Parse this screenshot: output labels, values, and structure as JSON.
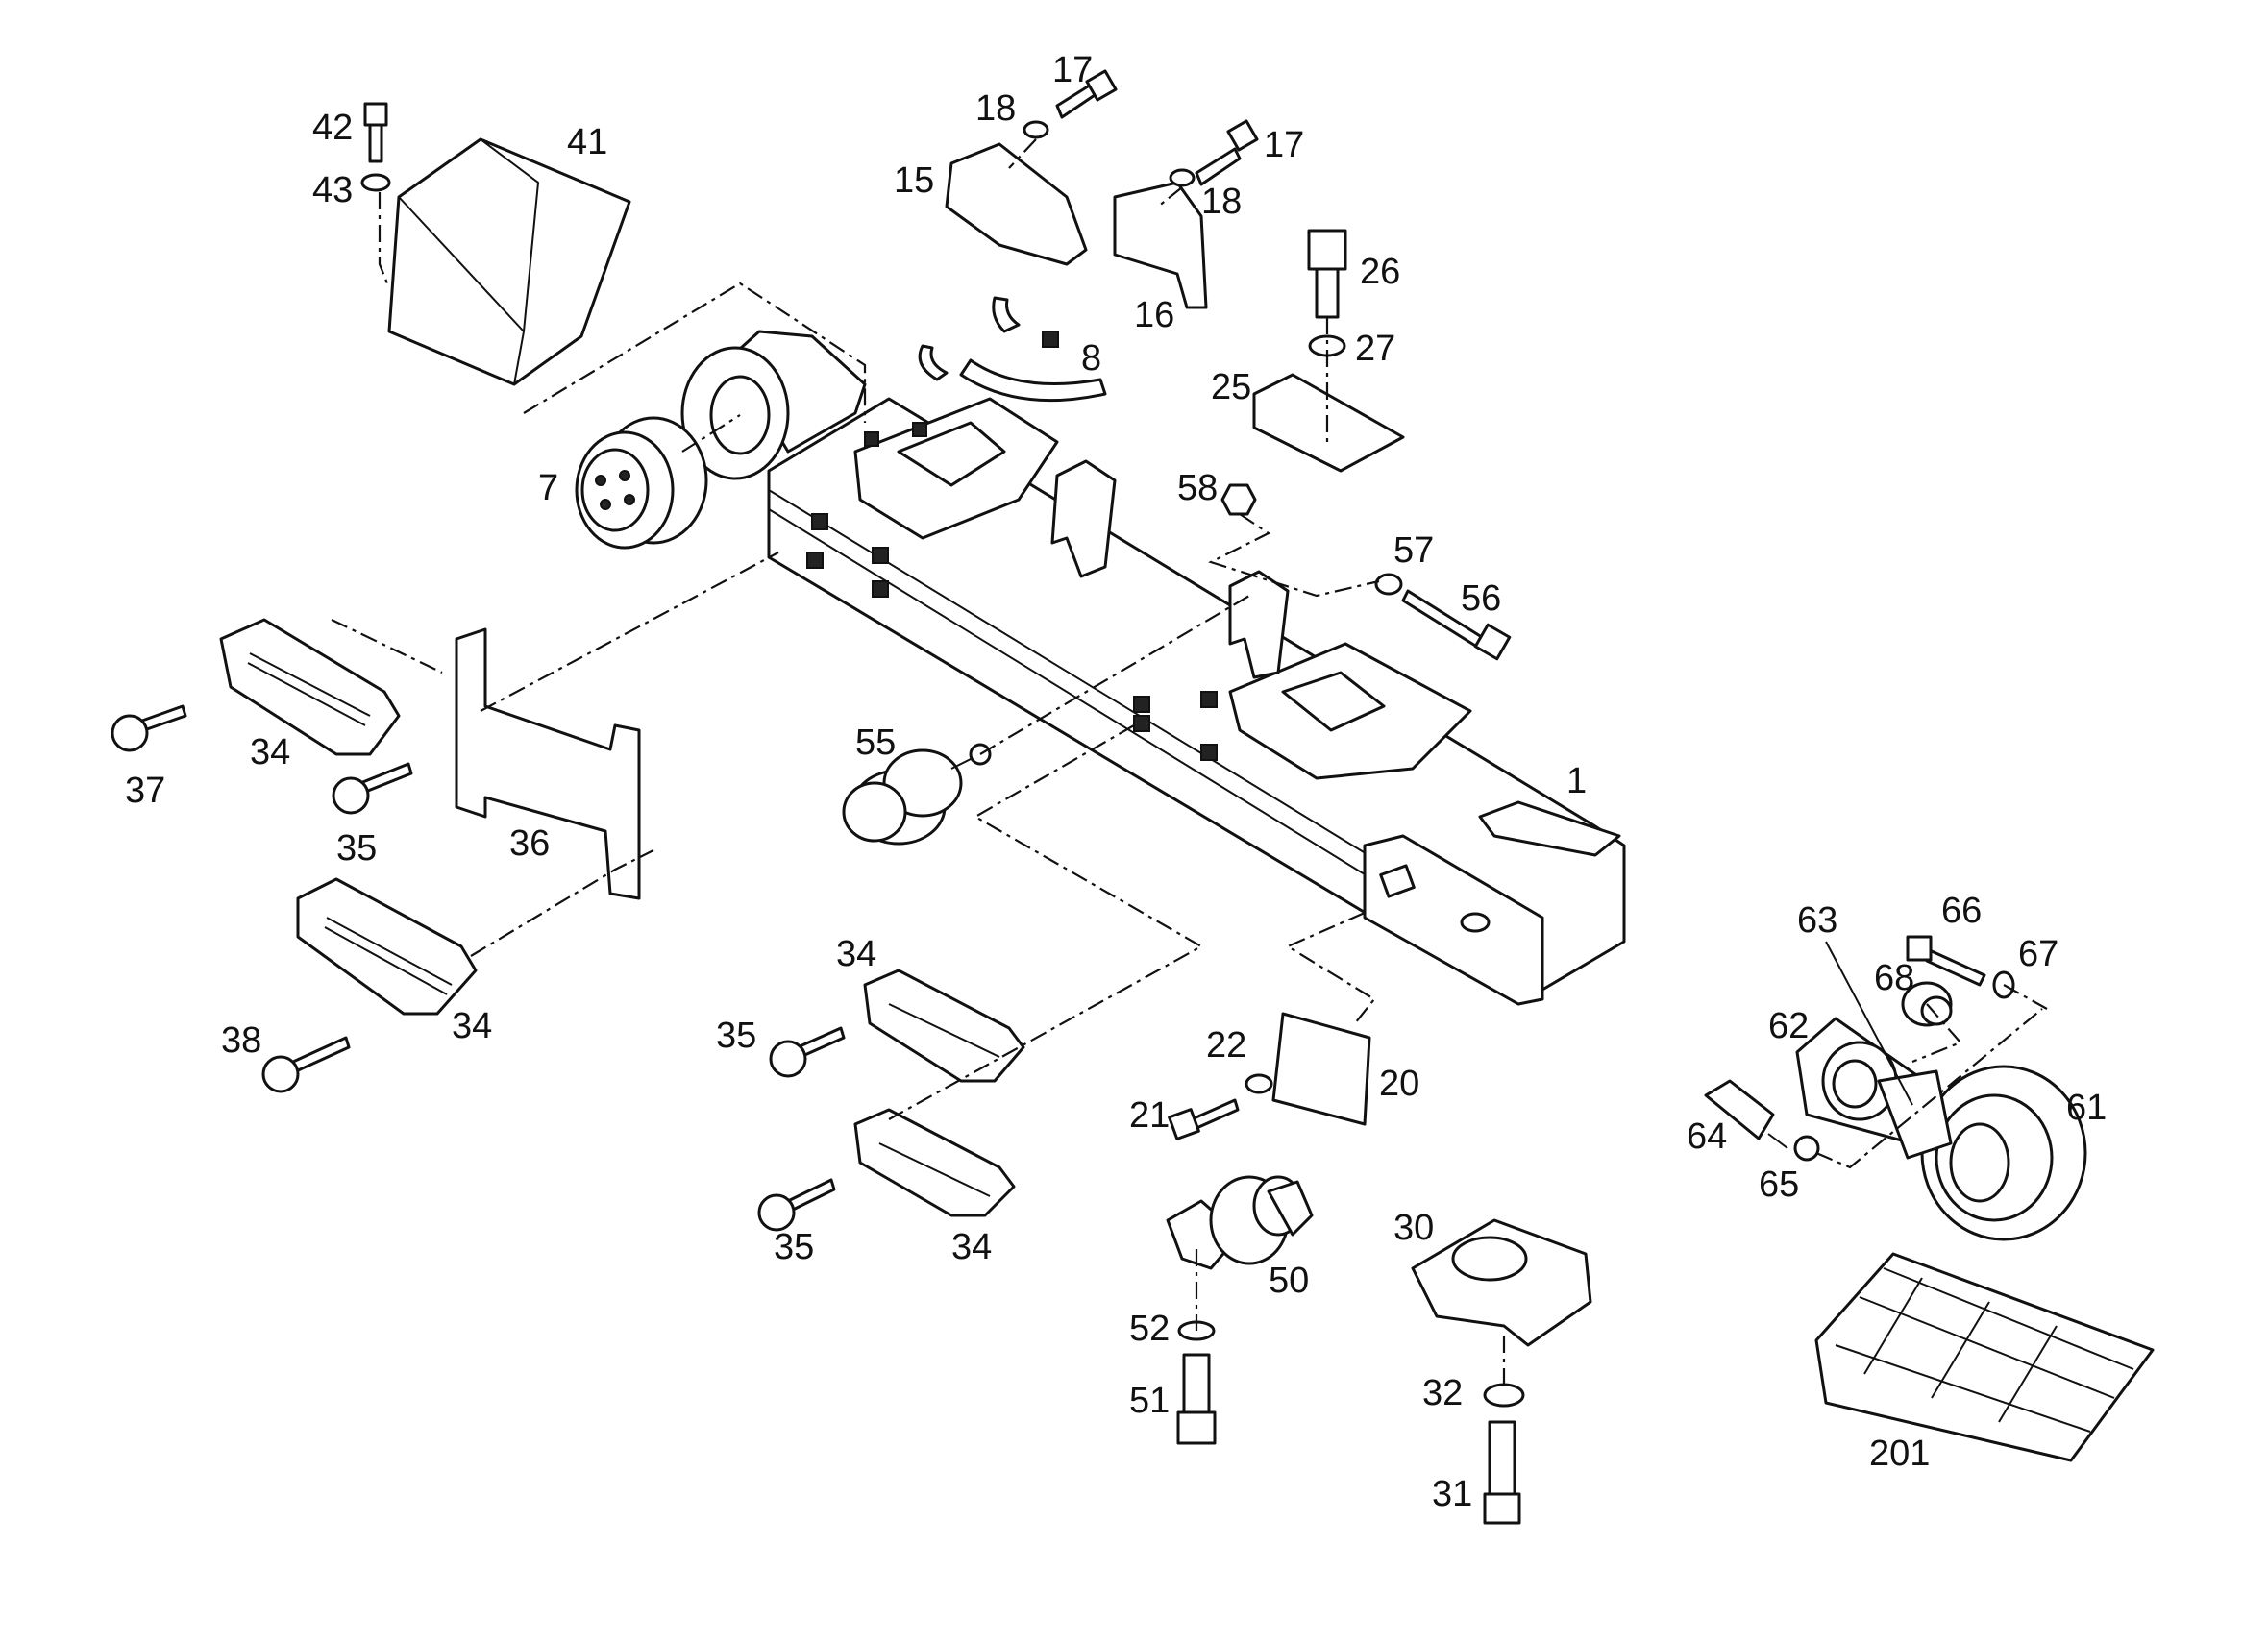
{
  "diagram": {
    "type": "exploded-parts-diagram",
    "callouts": [
      {
        "id": "1",
        "text": "1"
      },
      {
        "id": "7",
        "text": "7"
      },
      {
        "id": "8",
        "text": "8"
      },
      {
        "id": "15",
        "text": "15"
      },
      {
        "id": "16",
        "text": "16"
      },
      {
        "id": "17a",
        "text": "17"
      },
      {
        "id": "17b",
        "text": "17"
      },
      {
        "id": "18a",
        "text": "18"
      },
      {
        "id": "18b",
        "text": "18"
      },
      {
        "id": "20",
        "text": "20"
      },
      {
        "id": "21",
        "text": "21"
      },
      {
        "id": "22",
        "text": "22"
      },
      {
        "id": "25",
        "text": "25"
      },
      {
        "id": "26",
        "text": "26"
      },
      {
        "id": "27",
        "text": "27"
      },
      {
        "id": "30",
        "text": "30"
      },
      {
        "id": "31",
        "text": "31"
      },
      {
        "id": "32",
        "text": "32"
      },
      {
        "id": "34a",
        "text": "34"
      },
      {
        "id": "34b",
        "text": "34"
      },
      {
        "id": "34c",
        "text": "34"
      },
      {
        "id": "34d",
        "text": "34"
      },
      {
        "id": "35a",
        "text": "35"
      },
      {
        "id": "35b",
        "text": "35"
      },
      {
        "id": "35c",
        "text": "35"
      },
      {
        "id": "36",
        "text": "36"
      },
      {
        "id": "37",
        "text": "37"
      },
      {
        "id": "38",
        "text": "38"
      },
      {
        "id": "41",
        "text": "41"
      },
      {
        "id": "42",
        "text": "42"
      },
      {
        "id": "43",
        "text": "43"
      },
      {
        "id": "50",
        "text": "50"
      },
      {
        "id": "51",
        "text": "51"
      },
      {
        "id": "52",
        "text": "52"
      },
      {
        "id": "55",
        "text": "55"
      },
      {
        "id": "56",
        "text": "56"
      },
      {
        "id": "57",
        "text": "57"
      },
      {
        "id": "58",
        "text": "58"
      },
      {
        "id": "61",
        "text": "61"
      },
      {
        "id": "62",
        "text": "62"
      },
      {
        "id": "63",
        "text": "63"
      },
      {
        "id": "64",
        "text": "64"
      },
      {
        "id": "65",
        "text": "65"
      },
      {
        "id": "66",
        "text": "66"
      },
      {
        "id": "67",
        "text": "67"
      },
      {
        "id": "68",
        "text": "68"
      },
      {
        "id": "201",
        "text": "201"
      }
    ]
  }
}
